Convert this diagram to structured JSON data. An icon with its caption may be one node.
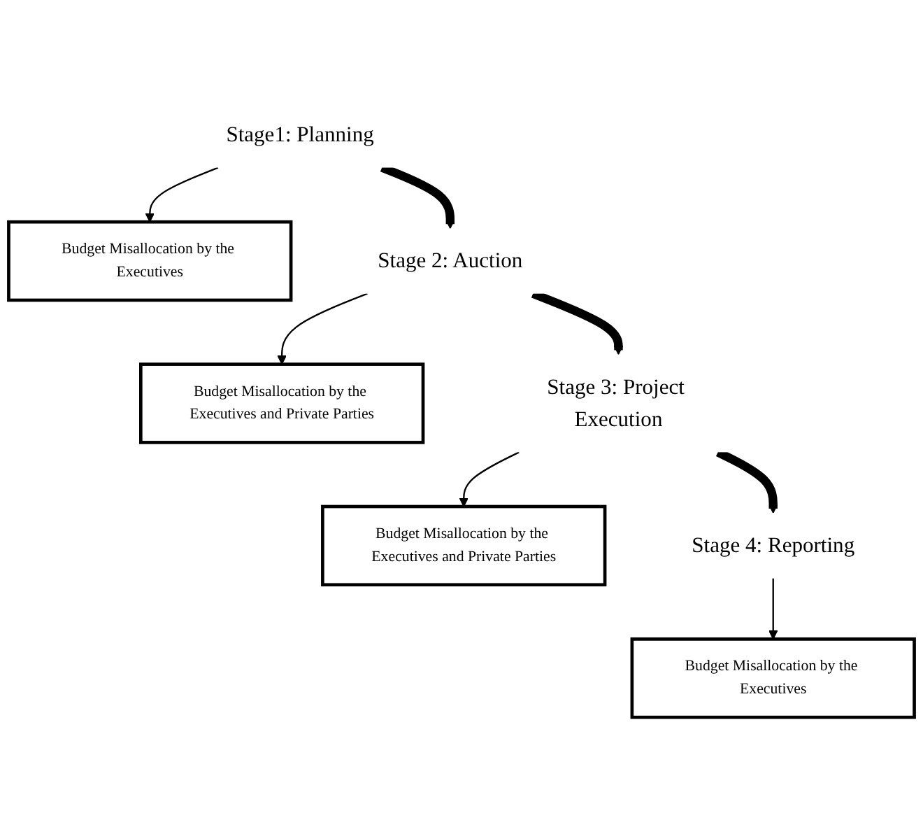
{
  "diagram": {
    "nodes": [
      {
        "text": [
          "Stage1: Planning"
        ]
      },
      {
        "text": [
          "Budget Misallocation by the Executives"
        ]
      },
      {
        "text": [
          "Stage 2: Auction"
        ]
      },
      {
        "text": [
          "Budget Misallocation by the Executives and Private Parties"
        ]
      },
      {
        "text": [
          "Stage 3: Project Execution"
        ]
      },
      {
        "text": [
          "Budget Misallocation by the Executives and Private Parties"
        ]
      },
      {
        "text": [
          "Stage 4: Reporting"
        ]
      },
      {
        "text": [
          "Budget Misallocation by the Executives"
        ]
      }
    ],
    "edges": [
      {
        "from": 0,
        "to": 1,
        "arrow": "to"
      },
      {
        "from": 0,
        "to": 2,
        "arrow": "to",
        "style": "thick"
      },
      {
        "from": 2,
        "to": 3,
        "arrow": "to"
      },
      {
        "from": 2,
        "to": 4,
        "arrow": "to",
        "style": "thick"
      },
      {
        "from": 4,
        "to": 5,
        "arrow": "to"
      },
      {
        "from": 4,
        "to": 6,
        "arrow": "to",
        "style": "thick"
      },
      {
        "from": 6,
        "to": 7,
        "arrow": "to"
      }
    ]
  }
}
